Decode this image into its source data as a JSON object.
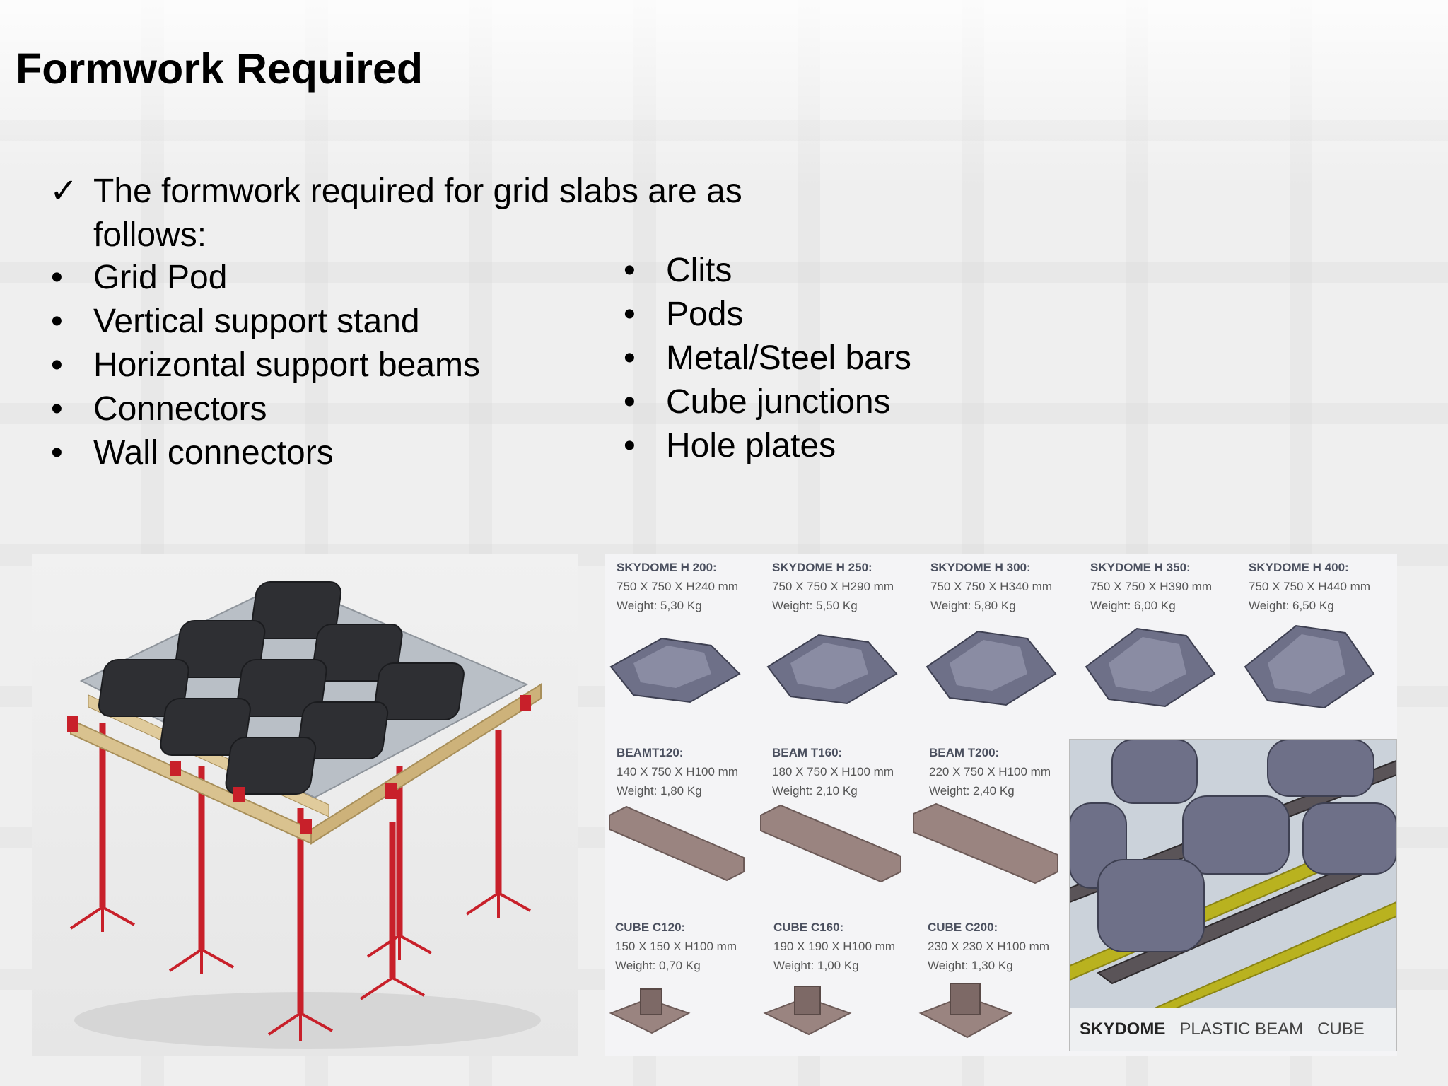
{
  "slide": {
    "title": "Formwork Required",
    "intro": {
      "mark": "✓",
      "text": "The formwork required for grid slabs are as follows:"
    },
    "left_items": [
      "Grid Pod",
      "Vertical support stand",
      "Horizontal support beams",
      "Connectors",
      "Wall connectors"
    ],
    "right_items": [
      "Clits",
      "Pods",
      "Metal/Steel bars",
      "Cube junctions",
      "Hole plates"
    ]
  },
  "catalog": {
    "skydomes": [
      {
        "name": "SKYDOME H 200:",
        "dims": "750 X 750 X H240 mm",
        "weight": "Weight: 5,30 Kg"
      },
      {
        "name": "SKYDOME H 250:",
        "dims": "750 X 750 X H290 mm",
        "weight": "Weight: 5,50 Kg"
      },
      {
        "name": "SKYDOME H 300:",
        "dims": "750 X 750 X H340 mm",
        "weight": "Weight: 5,80 Kg"
      },
      {
        "name": "SKYDOME H 350:",
        "dims": "750 X 750 X H390 mm",
        "weight": "Weight: 6,00 Kg"
      },
      {
        "name": "SKYDOME H 400:",
        "dims": "750 X 750 X H440 mm",
        "weight": "Weight: 6,50 Kg"
      }
    ],
    "beams": [
      {
        "name": "BEAMT120:",
        "dims": "140 X 750 X H100 mm",
        "weight": "Weight: 1,80 Kg"
      },
      {
        "name": "BEAM T160:",
        "dims": "180 X 750 X H100 mm",
        "weight": "Weight: 2,10 Kg"
      },
      {
        "name": "BEAM T200:",
        "dims": "220 X 750 X H100 mm",
        "weight": "Weight: 2,40 Kg"
      }
    ],
    "cubes": [
      {
        "name": "CUBE C120:",
        "dims": "150 X 150 X H100 mm",
        "weight": "Weight: 0,70 Kg"
      },
      {
        "name": "CUBE C160:",
        "dims": "190 X 190 X H100 mm",
        "weight": "Weight: 1,00 Kg"
      },
      {
        "name": "CUBE C200:",
        "dims": "230 X 230 X H100 mm",
        "weight": "Weight: 1,30 Kg"
      }
    ],
    "assembly_labels": [
      "SKYDOME",
      "PLASTIC BEAM",
      "CUBE"
    ]
  },
  "colors": {
    "pod_dark": "#2e2f33",
    "pod_purple": "#6e7088",
    "beam_brown": "#9a8480",
    "prop_red": "#c8202a",
    "timber": "#d9c28f",
    "steel_beam": "#b9b21f"
  }
}
